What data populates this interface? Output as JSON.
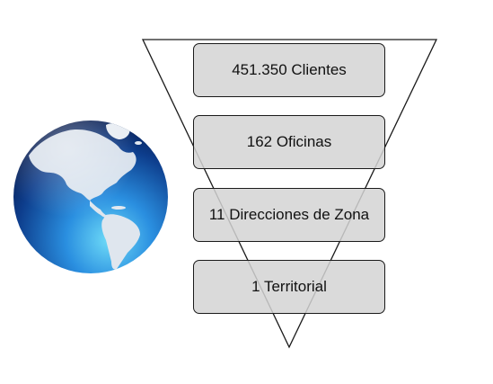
{
  "funnel": {
    "levels": [
      {
        "label": "451.350 Clientes"
      },
      {
        "label": "162 Oficinas"
      },
      {
        "label": "11 Direcciones de Zona"
      },
      {
        "label": "1 Territorial"
      }
    ]
  },
  "globe": {
    "icon": "globe-americas-icon",
    "ocean_colors": [
      "#0b2a6e",
      "#1f6fd1",
      "#5fd0f5"
    ],
    "land_color": "#dfe6ee"
  },
  "colors": {
    "box_fill": "#d3d3d3",
    "box_border": "#1a1a1a",
    "funnel_stroke": "#1a1a1a"
  }
}
